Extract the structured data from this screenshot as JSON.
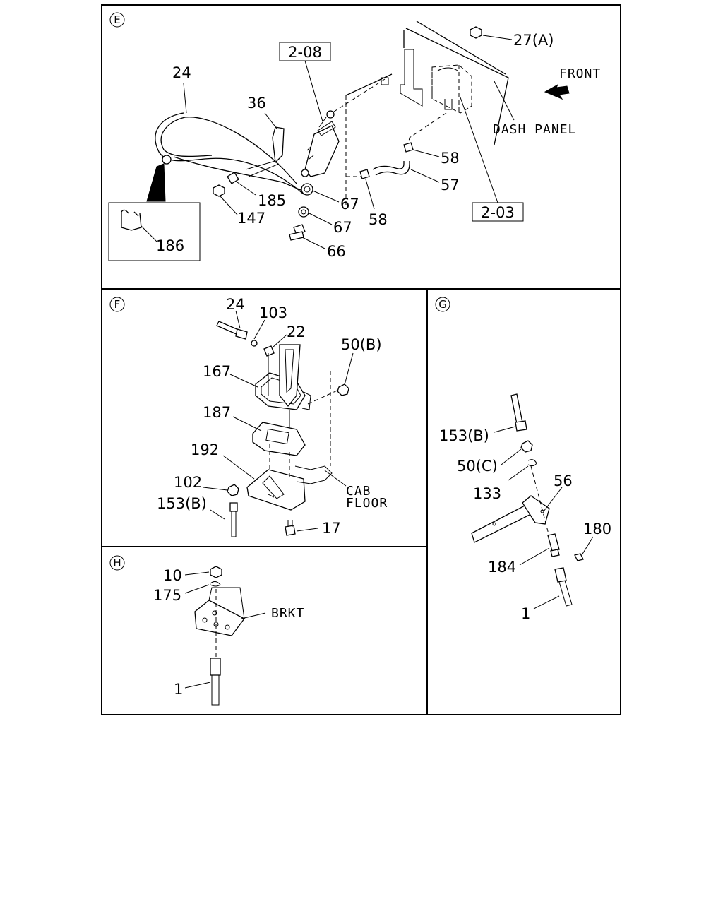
{
  "sections": {
    "E": {
      "marker": "E",
      "refs": [
        "2-08",
        "2-03"
      ],
      "words": [
        "FRONT",
        "DASH PANEL"
      ],
      "labels": [
        "27(A)",
        "24",
        "36",
        "58",
        "57",
        "185",
        "67",
        "147",
        "67",
        "58",
        "66",
        "186"
      ]
    },
    "F": {
      "marker": "F",
      "words": [
        "CAB",
        "FLOOR"
      ],
      "labels": [
        "24",
        "103",
        "22",
        "50(B)",
        "167",
        "187",
        "192",
        "102",
        "153(B)",
        "17"
      ]
    },
    "G": {
      "marker": "G",
      "labels": [
        "153(B)",
        "50(C)",
        "133",
        "56",
        "180",
        "184",
        "1"
      ]
    },
    "H": {
      "marker": "H",
      "words": [
        "BRKT"
      ],
      "labels": [
        "10",
        "175",
        "1"
      ]
    }
  }
}
